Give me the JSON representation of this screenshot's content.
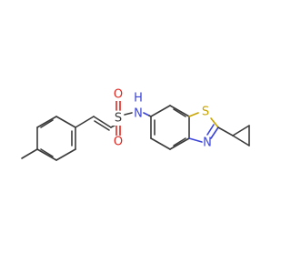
{
  "atoms": {
    "sulfonyl_sulfur": {
      "label": "S",
      "color": "#3a3a3a"
    },
    "oxygen_upper": {
      "label": "O",
      "color": "#e0261f"
    },
    "oxygen_lower": {
      "label": "O",
      "color": "#e0261f"
    },
    "amide_n": {
      "label": "N",
      "color": "#3a44d8"
    },
    "amide_h": {
      "label": "H",
      "color": "#3a44d8"
    },
    "thiazole_s": {
      "label": "S",
      "color": "#c9a400"
    },
    "thiazole_n": {
      "label": "N",
      "color": "#3a44d8"
    }
  },
  "colors": {
    "bond": "#3a3a3a",
    "oxygen": "#e0261f",
    "nitrogen": "#3a44d8",
    "sulfur": "#c9a400",
    "background": "#ffffff"
  }
}
